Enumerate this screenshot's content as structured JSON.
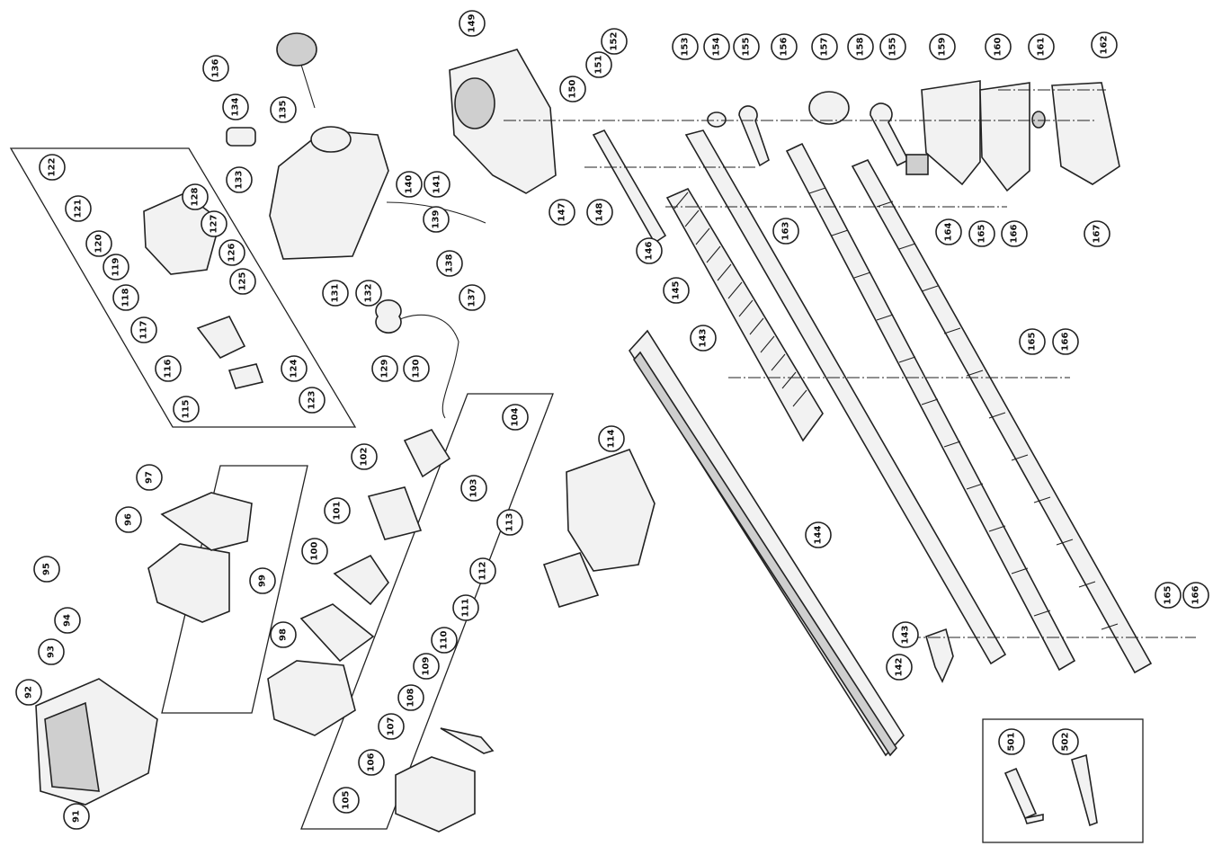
{
  "callouts": [
    "91",
    "92",
    "93",
    "94",
    "95",
    "96",
    "97",
    "98",
    "99",
    "100",
    "101",
    "102",
    "103",
    "104",
    "105",
    "106",
    "107",
    "108",
    "109",
    "110",
    "111",
    "112",
    "113",
    "114",
    "115",
    "116",
    "117",
    "118",
    "119",
    "120",
    "121",
    "122",
    "123",
    "124",
    "125",
    "126",
    "127",
    "128",
    "129",
    "130",
    "131",
    "132",
    "133",
    "134",
    "135",
    "136",
    "137",
    "138",
    "139",
    "140",
    "141",
    "142",
    "143",
    "143",
    "144",
    "145",
    "146",
    "147",
    "148",
    "149",
    "150",
    "151",
    "152",
    "153",
    "154",
    "155",
    "155",
    "156",
    "157",
    "158",
    "159",
    "160",
    "161",
    "162",
    "163",
    "164",
    "165",
    "165",
    "165",
    "166",
    "166",
    "166",
    "167",
    "501",
    "502"
  ]
}
